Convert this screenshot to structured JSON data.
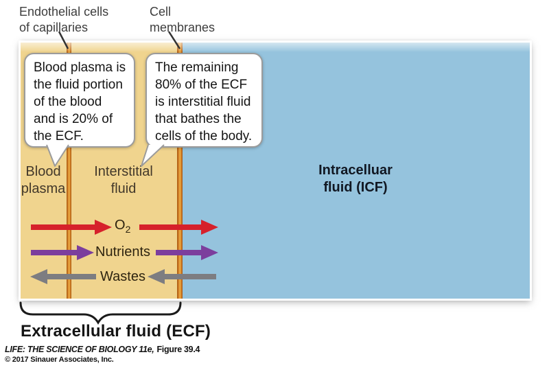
{
  "top_labels": {
    "endothelial": [
      "Endothelial cells",
      "of capillaries"
    ],
    "cell_membranes": [
      "Cell",
      "membranes"
    ]
  },
  "callouts": {
    "blood_plasma": [
      "Blood plasma is",
      "the fluid portion",
      "of the blood",
      "and is 20% of",
      "the ECF."
    ],
    "interstitial": [
      "The remaining",
      "80% of the ECF",
      "is interstitial fluid",
      "that bathes the",
      "cells of the body."
    ]
  },
  "regions": {
    "blood_plasma_label": [
      "Blood",
      "plasma"
    ],
    "interstitial_label": [
      "Interstitial",
      "fluid"
    ],
    "icf_label": [
      "Intracelluar",
      "fluid (ICF)"
    ]
  },
  "arrows": {
    "oxygen": {
      "base": "O",
      "sub": "2",
      "direction": "into cell",
      "color": "#d6212b"
    },
    "nutrients": {
      "label": "Nutrients",
      "direction": "into cell",
      "color": "#7c3e9d"
    },
    "wastes": {
      "label": "Wastes",
      "direction": "out of cell",
      "color": "#7d7d81"
    }
  },
  "bottom": {
    "ecf_label": "Extracellular fluid (ECF)"
  },
  "credits": {
    "source": "LIFE: THE SCIENCE OF BIOLOGY 11e,",
    "figure": "Figure 39.4",
    "copyright": "© 2017 Sinauer Associates, Inc."
  },
  "colors": {
    "ecf_fill": "#f0d48e",
    "icf_fill": "#95c3dd",
    "membrane_orange": "#e9a43e",
    "membrane_orange_edge": "#c06a1a",
    "oxygen_red": "#d6212b",
    "nutrients_purple": "#7c3e9d",
    "wastes_gray": "#7d7d81",
    "callout_border": "#9b9b9b"
  }
}
